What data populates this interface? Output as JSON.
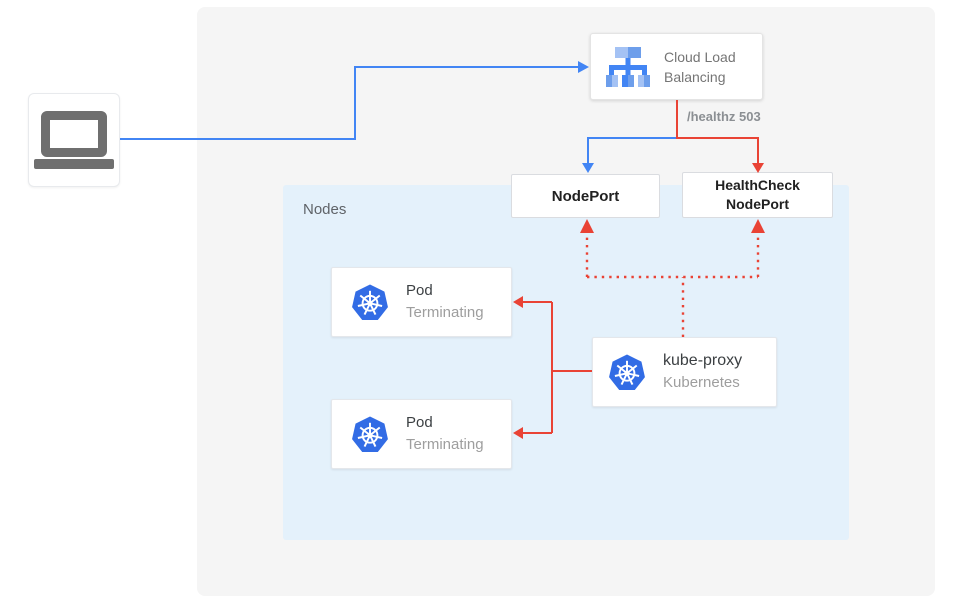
{
  "colors": {
    "blue": "#4285f4",
    "red": "#e94335",
    "panel_bg": "#f5f5f5",
    "nodes_bg": "#e4f1fb",
    "box_border": "#dadce0",
    "dark_text": "#212121",
    "gray_text": "#757575",
    "muted_text": "#9e9e9e",
    "kubernetes_blue": "#326ce5",
    "laptop_gray": "#6f6f6f"
  },
  "nodes_panel": {
    "label": "Nodes"
  },
  "cloud_load_balancing": {
    "line1": "Cloud Load",
    "line2": "Balancing"
  },
  "edge_labels": {
    "healthz": "/healthz 503"
  },
  "node_port": {
    "label": "NodePort"
  },
  "health_check_node_port": {
    "line1": "HealthCheck",
    "line2": "NodePort"
  },
  "pods": [
    {
      "title": "Pod",
      "status": "Terminating"
    },
    {
      "title": "Pod",
      "status": "Terminating"
    }
  ],
  "kube_proxy": {
    "title": "kube-proxy",
    "subtitle": "Kubernetes"
  }
}
